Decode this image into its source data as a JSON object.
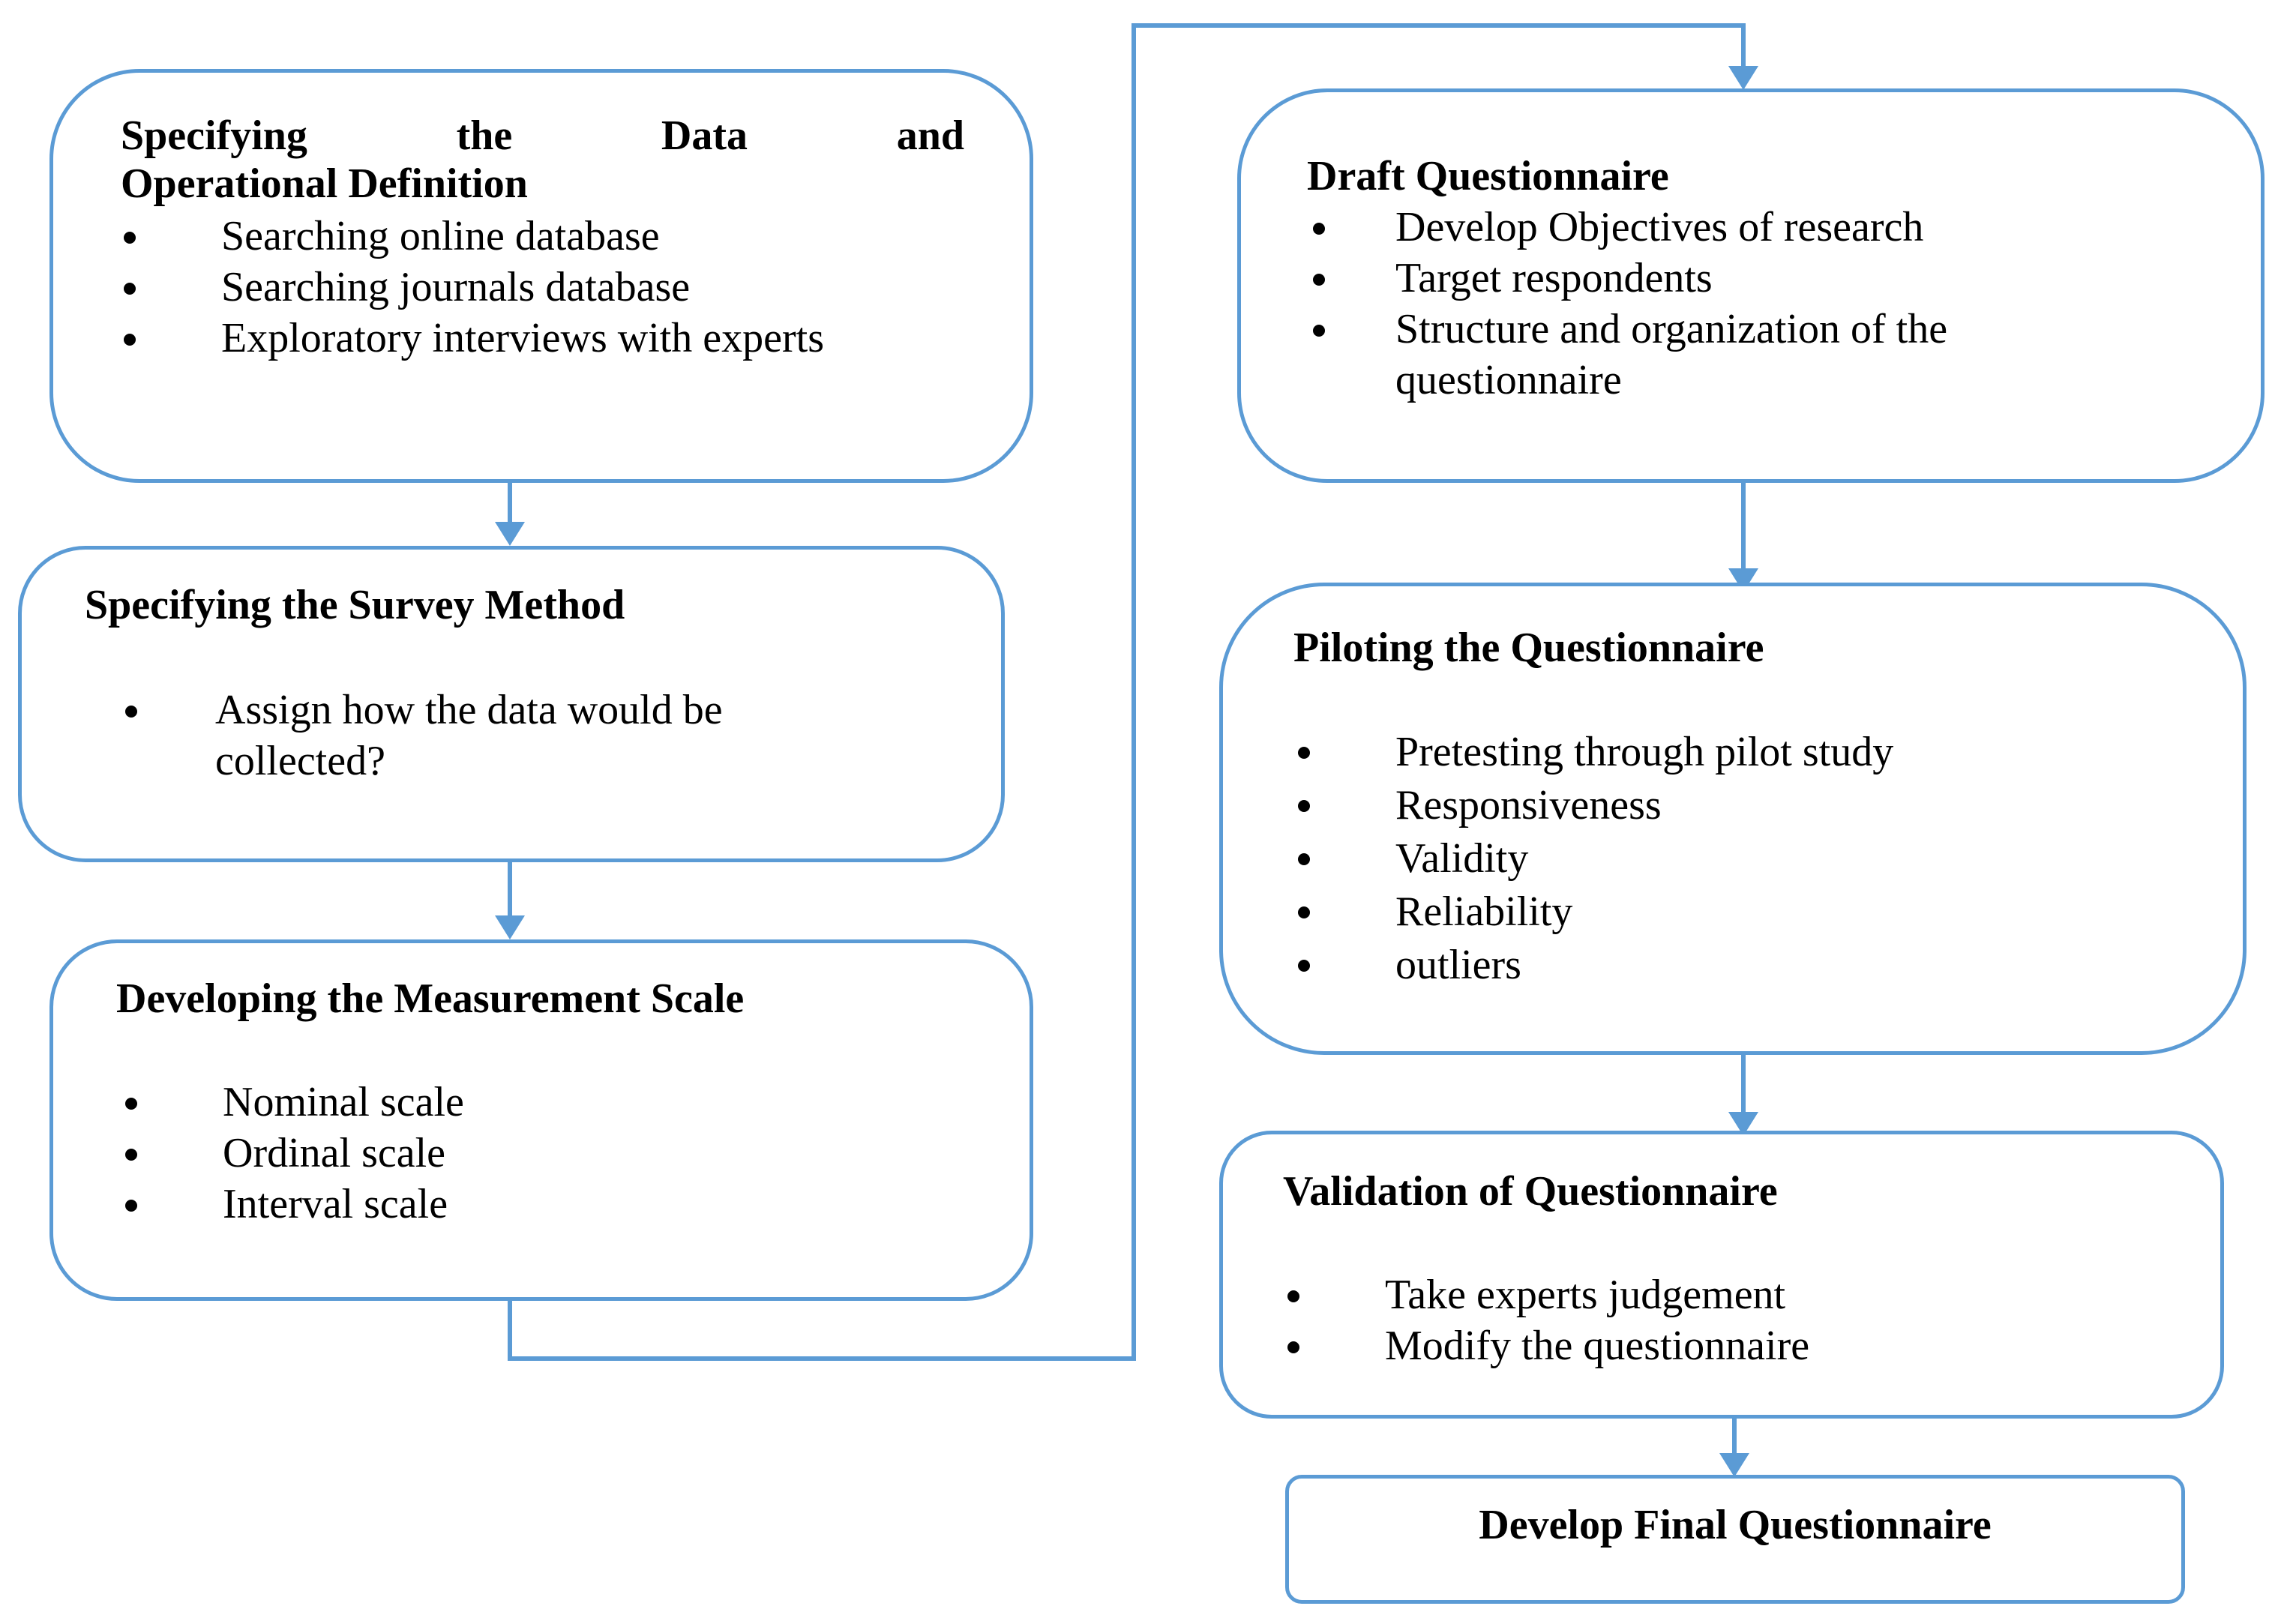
{
  "colors": {
    "border": "#5b9bd5",
    "connector": "#5b9bd5"
  },
  "boxes": {
    "data_definition": {
      "title": [
        "Specifying",
        "the",
        "Data",
        "and"
      ],
      "title_line2": "Operational Definition",
      "items": [
        "Searching online database",
        "Searching journals database",
        "Exploratory interviews with experts"
      ]
    },
    "survey_method": {
      "title": "Specifying the Survey Method",
      "items": [
        "Assign how the data would be collected?"
      ]
    },
    "measurement_scale": {
      "title": "Developing the Measurement Scale",
      "items": [
        "Nominal scale",
        "Ordinal scale",
        "Interval scale"
      ]
    },
    "draft_questionnaire": {
      "title": "Draft Questionnaire",
      "items": [
        "Develop Objectives of research",
        "Target respondents",
        "Structure and organization of the questionnaire"
      ]
    },
    "piloting": {
      "title": "Piloting the Questionnaire",
      "items": [
        "Pretesting through pilot study",
        "Responsiveness",
        "Validity",
        "Reliability",
        "outliers"
      ]
    },
    "validation": {
      "title": "Validation of Questionnaire",
      "items": [
        "Take experts judgement",
        "Modify the questionnaire"
      ]
    },
    "final": {
      "title": "Develop Final Questionnaire"
    }
  }
}
